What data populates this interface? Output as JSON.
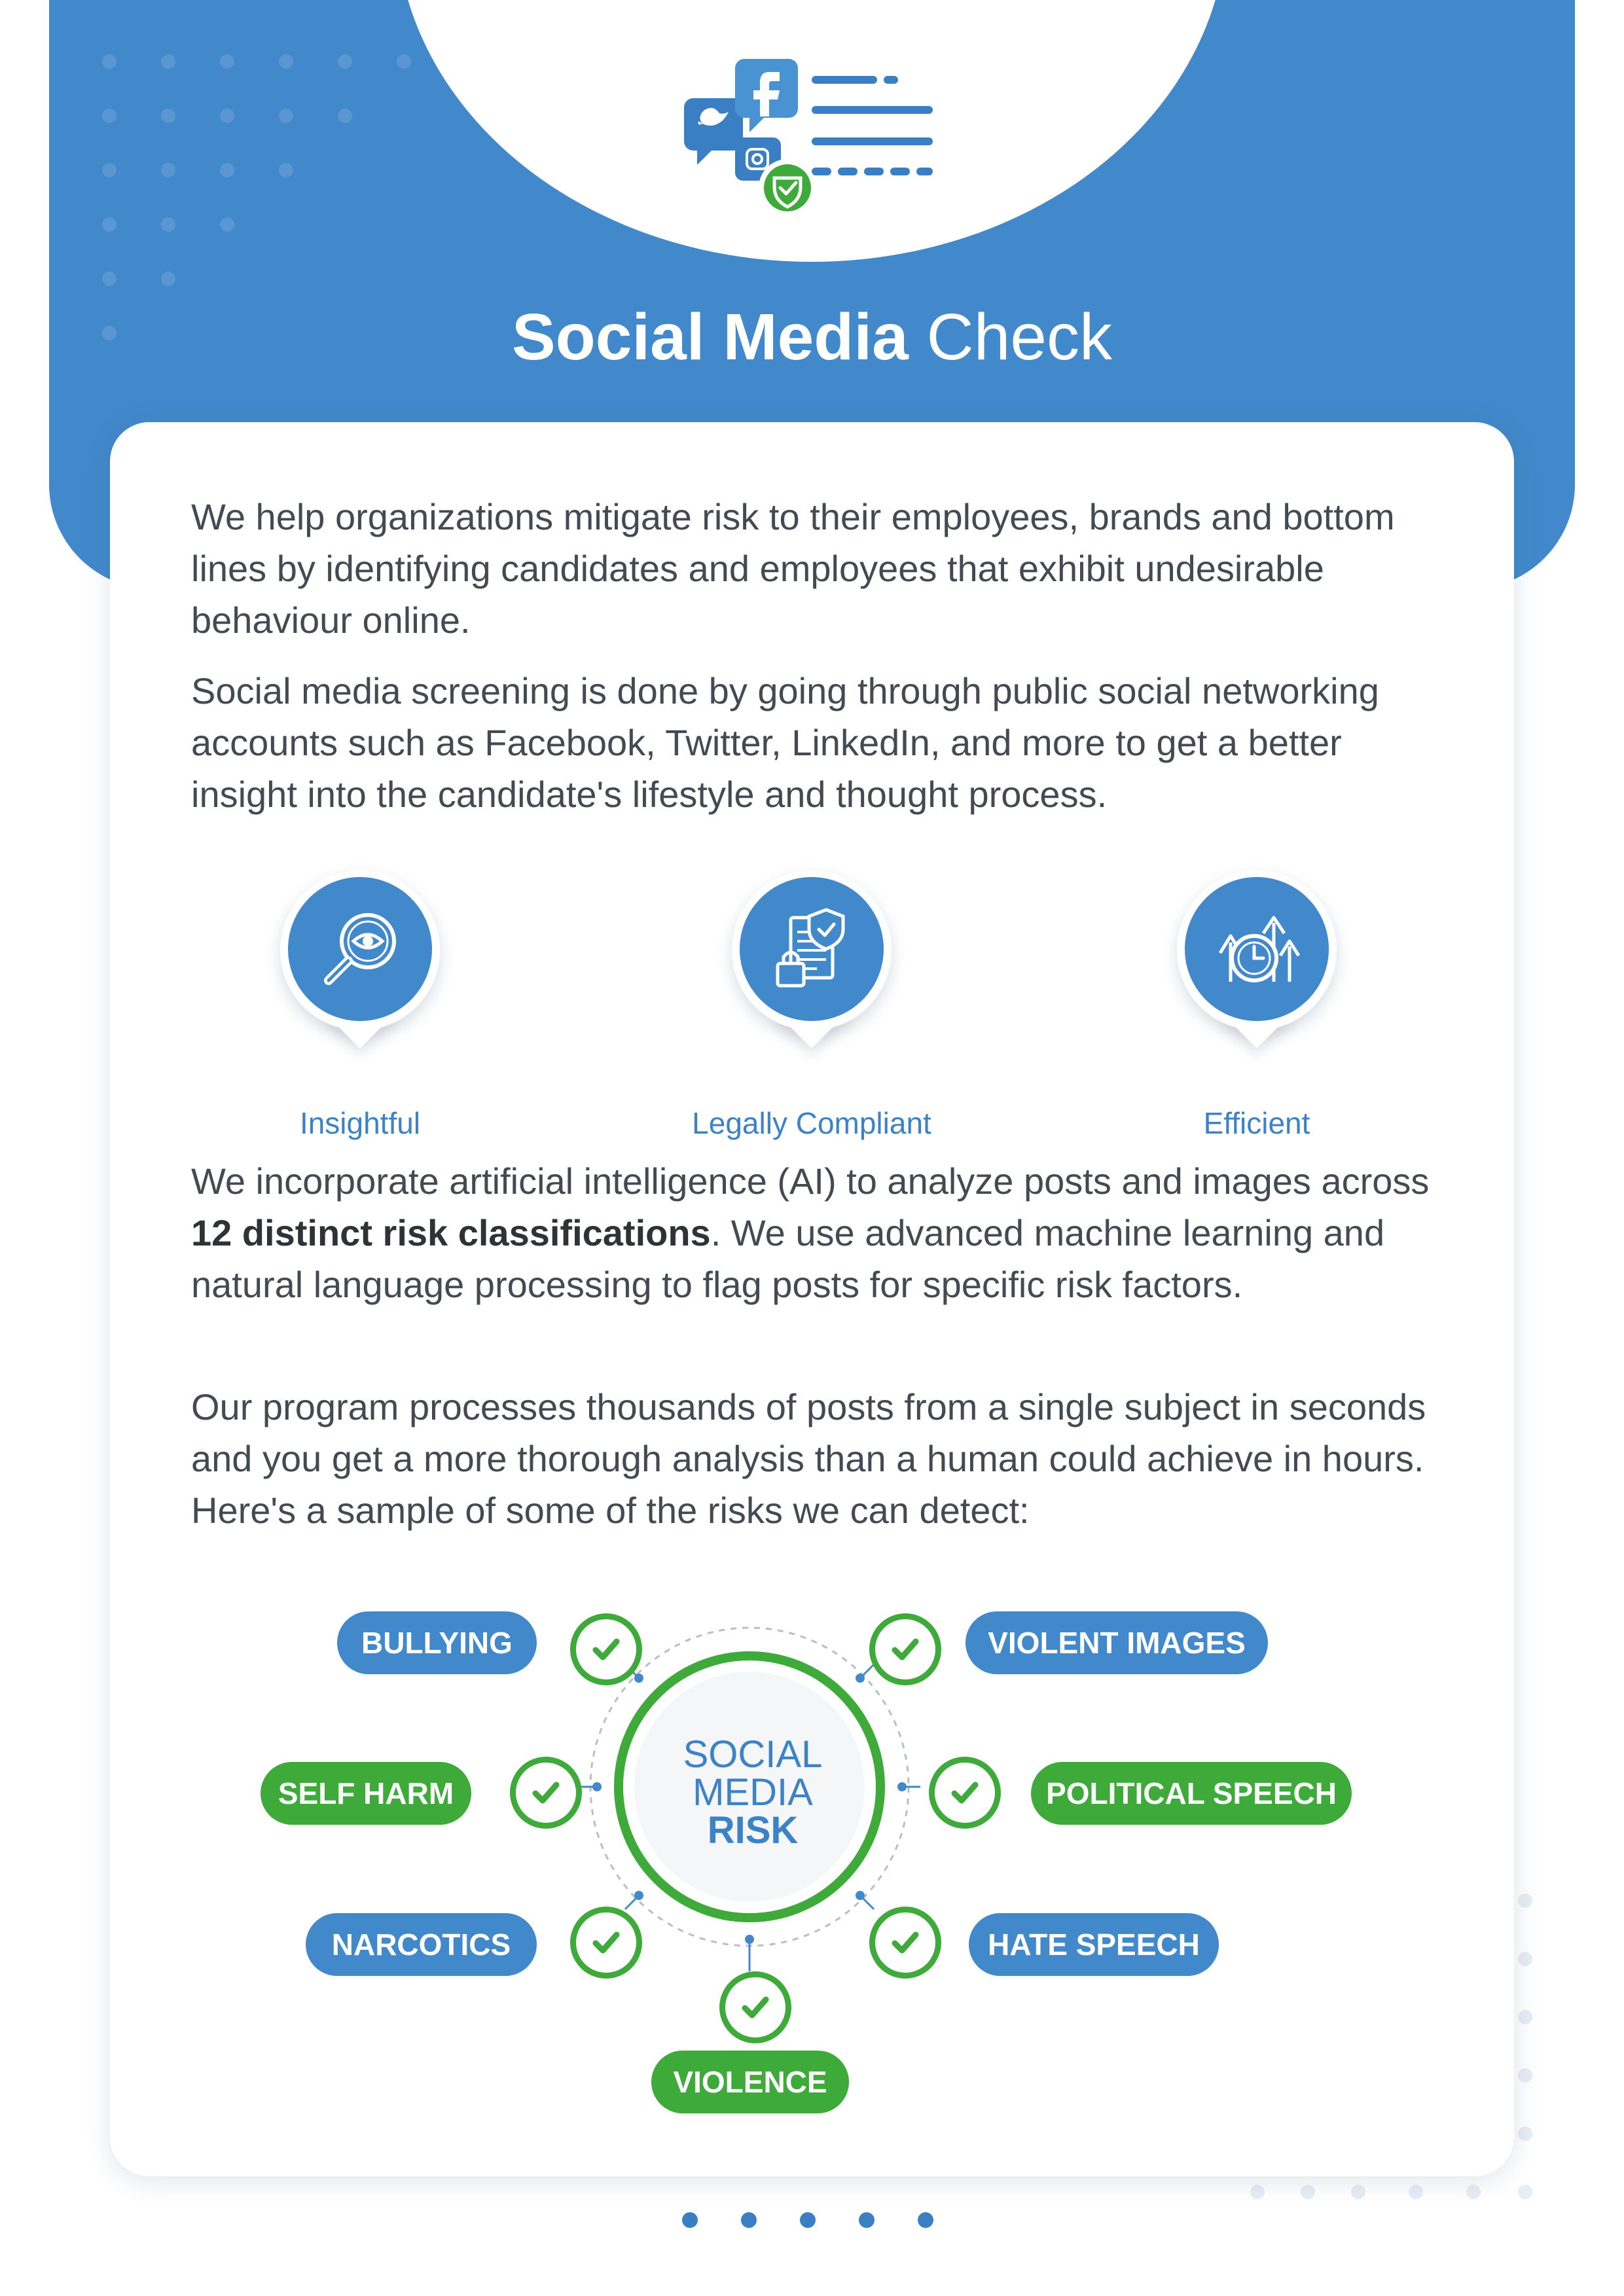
{
  "header": {
    "title_bold": "Social Media",
    "title_light": "Check",
    "colors": {
      "brand_blue": "#4289cb",
      "brand_green": "#3eaa3a"
    }
  },
  "intro": {
    "p1": "We help organizations mitigate risk to their employees, brands and bottom lines by identifying candidates and employees that exhibit undesirable behaviour online.",
    "p2": "Social media screening is done by going through public social networking accounts such as Facebook, Twitter, LinkedIn, and more to get a better insight into the candidate's lifestyle and thought process."
  },
  "features": [
    {
      "label": "Insightful",
      "icon": "magnifier-eye-icon"
    },
    {
      "label": "Legally Compliant",
      "icon": "document-shield-lock-icon"
    },
    {
      "label": "Efficient",
      "icon": "clock-arrows-icon"
    }
  ],
  "ai": {
    "p1_before": "We incorporate artificial intelligence (AI) to analyze posts and images across ",
    "p1_bold": "12 distinct risk classifications",
    "p1_after": ". We use advanced machine learning and natural language processing to flag posts for specific risk factors.",
    "p2": "Our program processes thousands of posts from a single subject in seconds and you get a more thorough analysis than a human could achieve in hours. Here's a sample of some of the risks we can detect:"
  },
  "risk_diagram": {
    "center_line1": "SOCIAL",
    "center_line2": "MEDIA",
    "center_line3": "RISK",
    "risks": [
      {
        "label": "BULLYING",
        "color": "blue"
      },
      {
        "label": "VIOLENT IMAGES",
        "color": "blue"
      },
      {
        "label": "SELF HARM",
        "color": "green"
      },
      {
        "label": "POLITICAL SPEECH",
        "color": "green"
      },
      {
        "label": "NARCOTICS",
        "color": "blue"
      },
      {
        "label": "HATE SPEECH",
        "color": "blue"
      },
      {
        "label": "VIOLENCE",
        "color": "green"
      }
    ]
  }
}
